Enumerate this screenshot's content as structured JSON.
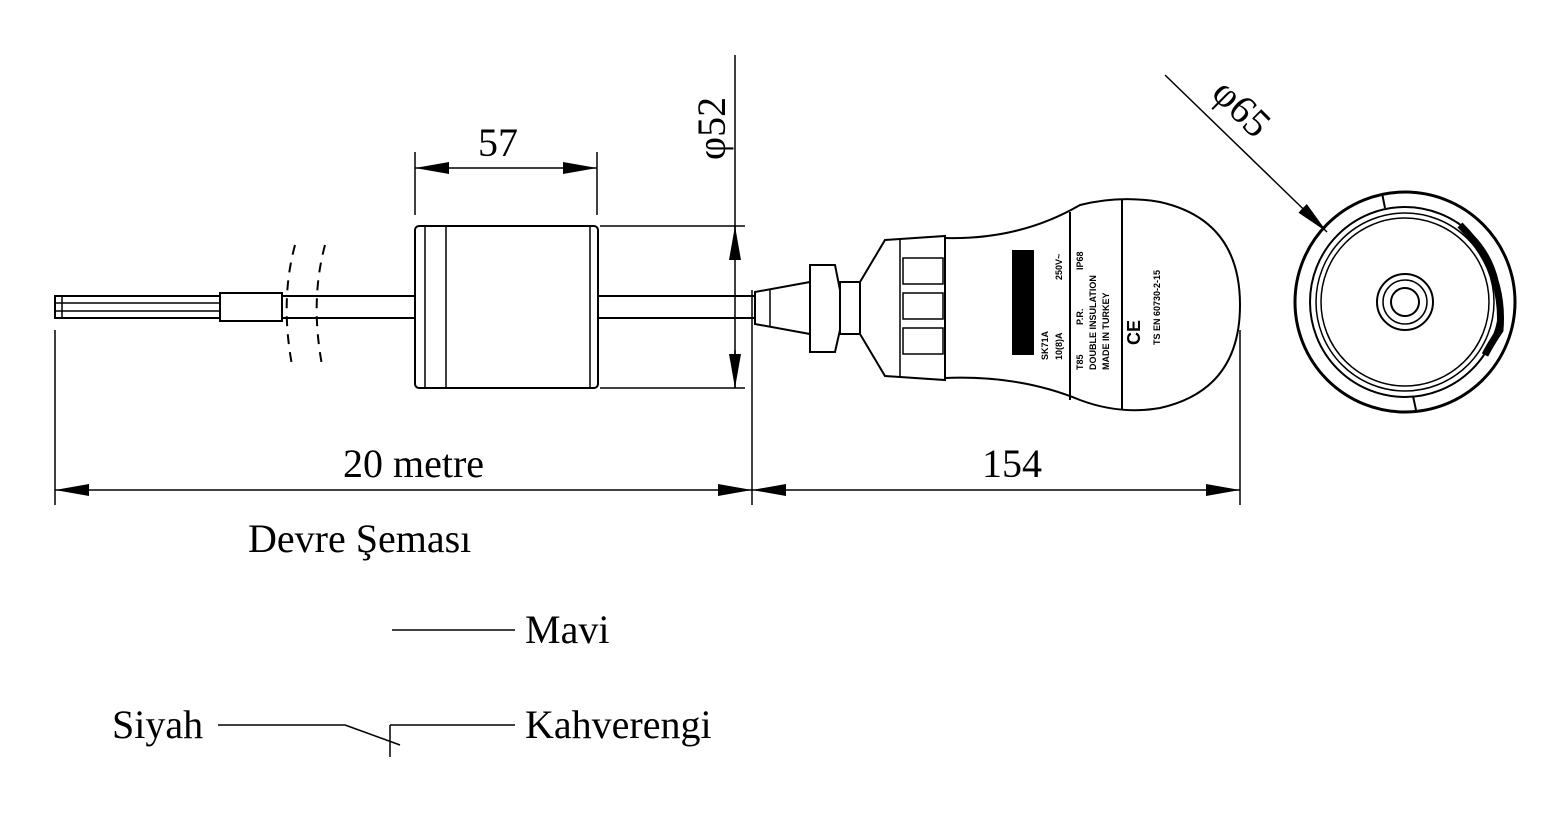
{
  "dimensions": {
    "float_length": "57",
    "float_diameter": "φ52",
    "cable_length": "20 metre",
    "bulb_length": "154",
    "bulb_diameter": "φ65"
  },
  "bulb_label": {
    "model": "SK71A",
    "rating": "10(8)A",
    "voltage": "250V~",
    "temp": "T85",
    "pr": "P.R.",
    "ip": "IP68",
    "insulation": "DOUBLE INSULATION",
    "origin": "MADE IN TURKEY",
    "standard": "TS EN 60730-2-15",
    "ce": "CE"
  },
  "circuit": {
    "title": "Devre Şeması",
    "wire_blue": "Mavi",
    "wire_black": "Siyah",
    "wire_brown": "Kahverengi"
  }
}
